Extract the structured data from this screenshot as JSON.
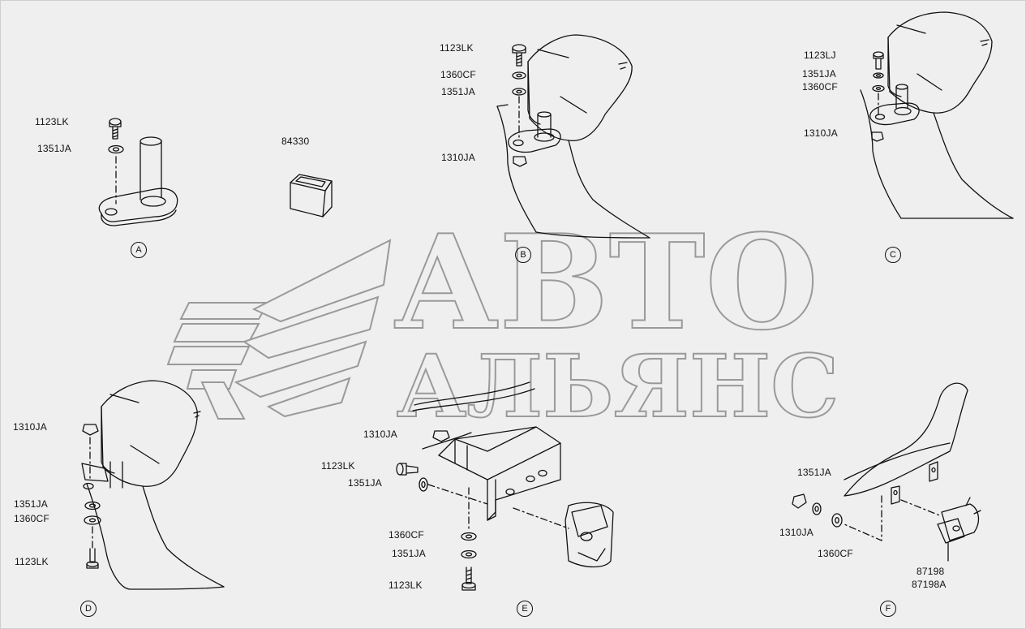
{
  "watermark": {
    "line1": "АВТО",
    "line2": "АЛЬЯНС"
  },
  "sections": {
    "a": "A",
    "b": "B",
    "c": "C",
    "d": "D",
    "e": "E",
    "f": "F"
  },
  "labels": {
    "a_1123lk": "1123LK",
    "a_1351ja": "1351JA",
    "p_84330": "84330",
    "b_1123lk": "1123LK",
    "b_1360cf": "1360CF",
    "b_1351ja": "1351JA",
    "b_1310ja": "1310JA",
    "c_1123lj": "1123LJ",
    "c_1351ja": "1351JA",
    "c_1360cf": "1360CF",
    "c_1310ja": "1310JA",
    "d_1310ja": "1310JA",
    "d_1351ja": "1351JA",
    "d_1360cf": "1360CF",
    "d_1123lk": "1123LK",
    "e_1310ja": "1310JA",
    "e_1123lk_top": "1123LK",
    "e_1351ja_top": "1351JA",
    "e_1360cf": "1360CF",
    "e_1351ja_bot": "1351JA",
    "e_1123lk_bot": "1123LK",
    "f_1351ja": "1351JA",
    "f_1310ja": "1310JA",
    "f_1360cf": "1360CF",
    "f_87198": "87198",
    "f_87198a": "87198A"
  },
  "colors": {
    "background": "#efefef",
    "ink": "#111111",
    "watermark": "#9a9a9a"
  }
}
